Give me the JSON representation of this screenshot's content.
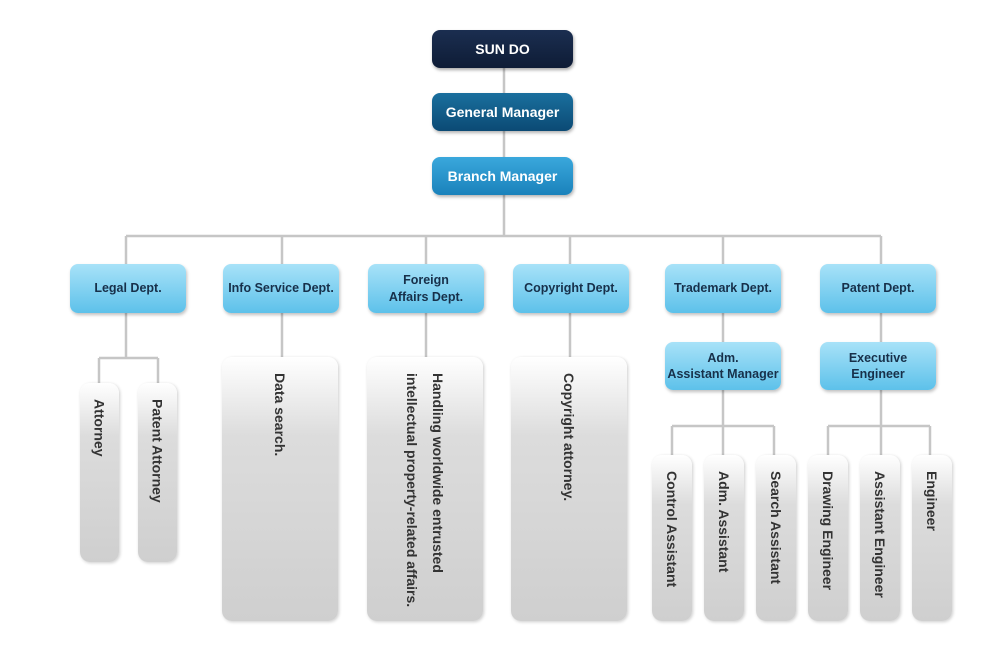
{
  "root": "SUN DO",
  "general_manager": "General Manager",
  "branch_manager": "Branch Manager",
  "departments": {
    "legal": {
      "name": "Legal Dept.",
      "roles": [
        "Attorney",
        "Patent Attorney"
      ]
    },
    "info_service": {
      "name": "Info Service Dept.",
      "duty": "Data search."
    },
    "foreign_affairs": {
      "name": "Foreign\nAffairs Dept.",
      "duty": "Handling worldwide entrusted\nintellectual property-related affairs."
    },
    "copyright": {
      "name": "Copyright Dept.",
      "duty": "Copyright attorney."
    },
    "trademark": {
      "name": "Trademark Dept.",
      "manager": "Adm.\nAssistant Manager",
      "roles": [
        "Control Assistant",
        "Adm. Assistant",
        "Search Assistant"
      ]
    },
    "patent": {
      "name": "Patent Dept.",
      "manager": "Executive\nEngineer",
      "roles": [
        "Drawing Engineer",
        "Assistant Engineer",
        "Engineer"
      ]
    }
  },
  "colors": {
    "root_bg": "#152642",
    "general_manager_bg": "#0f5a87",
    "branch_manager_bg": "#2b98cf",
    "dept_bg": "#7fd0f0",
    "leaf_bg": "#d6d6d6",
    "connector": "#c6c6c6"
  }
}
